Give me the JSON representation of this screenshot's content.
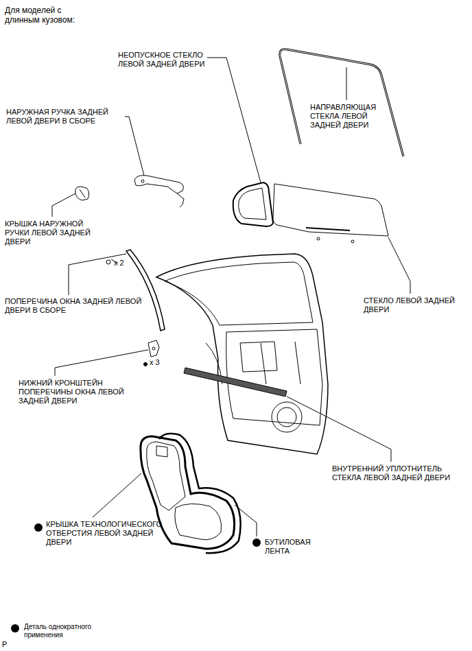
{
  "diagram": {
    "title": "Для моделей с длинным кузовом:",
    "labels": [
      "НЕОПУСКНОЕ СТЕКЛО ЛЕВОЙ ЗАДНЕЙ ДВЕРИ",
      "НАПРАВЛЯЮЩАЯ СТЕКЛА ЛЕВОЙ ЗАДНЕЙ ДВЕРИ",
      "НАРУЖНАЯ РУЧКА ЗАДНЕЙ ЛЕВОЙ ДВЕРИ В СБОРЕ",
      "КРЫШКА НАРУЖНОЙ РУЧКИ ЛЕВОЙ ЗАДНЕЙ ДВЕРИ",
      "x 2",
      "ПОПЕРЕЧИНА ОКНА ЗАДНЕЙ ЛЕВОЙ ДВЕРИ В СБОРЕ",
      "СТЕКЛО ЛЕВОЙ ЗАДНЕЙ ДВЕРИ",
      "x 3",
      "НИЖНИЙ КРОНШТЕЙН ПОПЕРЕЧИНЫ ОКНА ЛЕВОЙ ЗАДНЕЙ ДВЕРИ",
      "ВНУТРЕННИЙ УПЛОТНИТЕЛЬ СТЕКЛА ЛЕВОЙ ЗАДНЕЙ ДВЕРИ",
      "КРЫШКА ТЕХНОЛОГИЧЕСКОГО ОТВЕРСТИЯ ЛЕВОЙ ЗАДНЕЙ ДВЕРИ",
      "БУТИЛОВАЯ ЛЕНТА",
      "P"
    ],
    "legend": [
      {
        "text": "Деталь однократного применения"
      }
    ]
  }
}
